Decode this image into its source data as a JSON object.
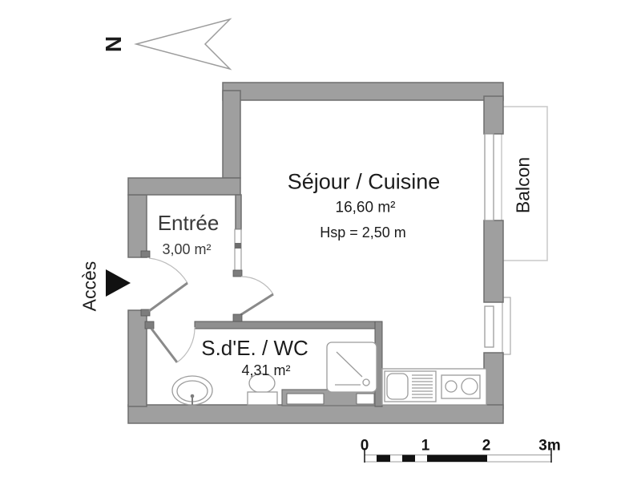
{
  "plan": {
    "north_label": "N",
    "access_label": "Accès",
    "rooms": {
      "sejour_cuisine": {
        "name": "Séjour / Cuisine",
        "area": "16,60 m²",
        "ceiling_height": "Hsp = 2,50 m"
      },
      "entree": {
        "name": "Entrée",
        "area": "3,00 m²"
      },
      "sde_wc": {
        "name": "S.d'E. / WC",
        "area": "4,31 m²"
      },
      "balcon": {
        "name": "Balcon"
      }
    },
    "fixtures": [
      "shower",
      "washbasin",
      "wc",
      "kitchen-sink",
      "kitchen-drainer",
      "cooktop"
    ],
    "scale_bar": {
      "ticks": [
        "0",
        "1",
        "2",
        "3m"
      ]
    }
  },
  "colors": {
    "background": "#ffffff",
    "wall_fill": "#9f9f9f",
    "wall_outline": "#6e6e6e",
    "partition_fill": "#8f8f8f",
    "partition_outline": "#585858",
    "fixture_stroke": "#9c9c9c",
    "door_leaf": "#8a8a8a",
    "door_arc": "#bcbcbc",
    "balcony_outline": "#c8c8c8",
    "scale_black": "#121212",
    "text": "#1c1c1c"
  }
}
